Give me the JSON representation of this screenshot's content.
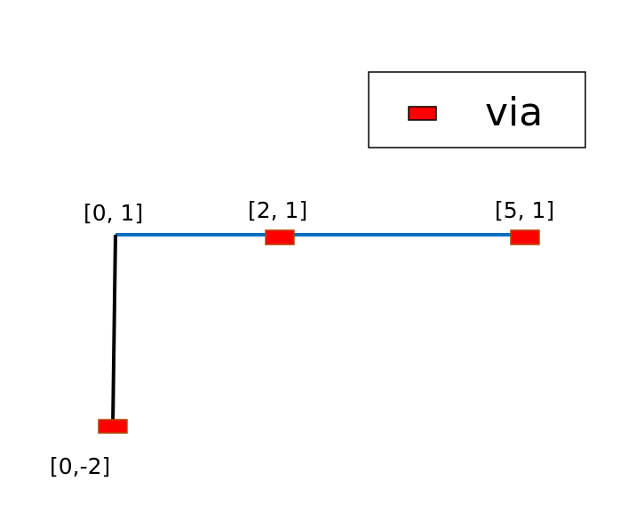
{
  "legend": {
    "label": "via",
    "icon": "red-rectangle"
  },
  "nodes": {
    "n0_1": {
      "label": "[0, 1]",
      "has_via": false
    },
    "n2_1": {
      "label": "[2, 1]",
      "has_via": true
    },
    "n5_1": {
      "label": "[5, 1]",
      "has_via": true
    },
    "n0_m2": {
      "label": "[0,-2]",
      "has_via": true
    }
  },
  "edges": [
    {
      "from": "[0, 1]",
      "to": "[5, 1]",
      "color": "#0070c0"
    },
    {
      "from": "[0, 1]",
      "to": "[0,-2]",
      "color": "#000000"
    }
  ],
  "colors": {
    "via_fill": "#ff0000",
    "via_stroke": "#b34700",
    "horizontal_wire": "#0070c0",
    "vertical_wire": "#000000",
    "legend_border": "#000000"
  }
}
